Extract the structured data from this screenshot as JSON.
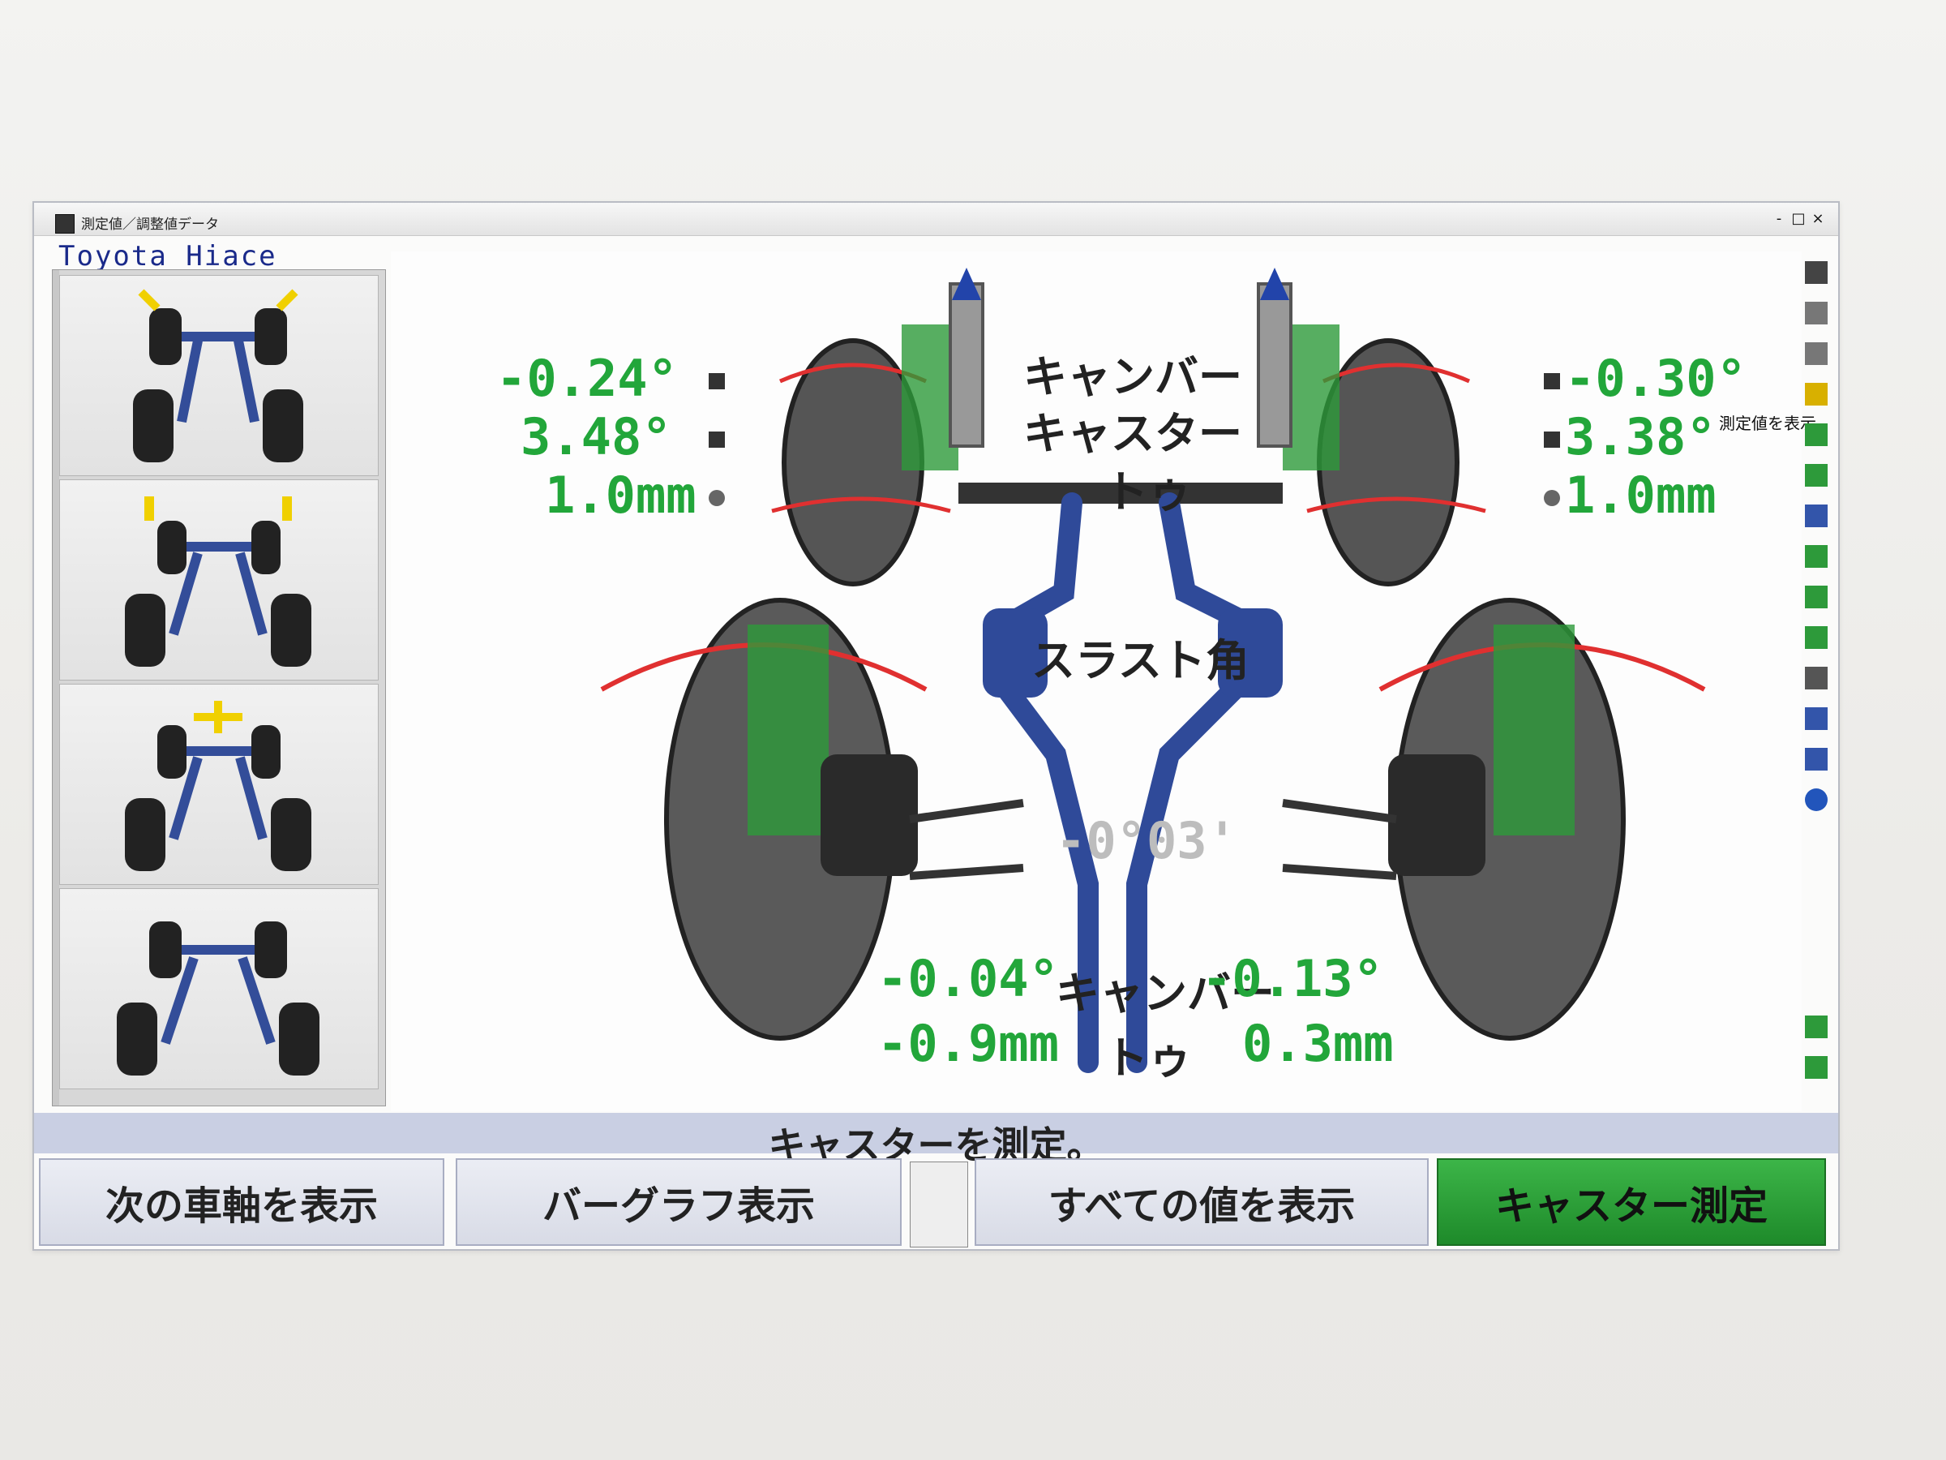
{
  "window": {
    "title": "測定値／調整値データ",
    "controls": [
      "-",
      "□",
      "×"
    ]
  },
  "vehicle": {
    "name": "Toyota  Hiace"
  },
  "front": {
    "left": {
      "camber": "-0.24°",
      "caster": "3.48°",
      "toe": "1.0mm"
    },
    "right": {
      "camber": "-0.30°",
      "caster": "3.38°",
      "toe": "1.0mm"
    },
    "labels": {
      "camber": "キャンバー",
      "caster": "キャスター",
      "toe": "トゥ"
    }
  },
  "thrust": {
    "label": "スラスト角",
    "value": "-0°03'"
  },
  "rear": {
    "left": {
      "camber": "-0.04°",
      "toe": "-0.9mm"
    },
    "right": {
      "camber": "-0.13°",
      "toe": "0.3mm"
    },
    "labels": {
      "camber": "キャンバー",
      "toe": "トゥ"
    }
  },
  "toolbar": {
    "measure_label": "測定値を表示"
  },
  "status": {
    "text": "キャスターを測定。"
  },
  "buttons": {
    "next_axle": "次の車軸を表示",
    "bar_graph": "バーグラフ表示",
    "all_values": "すべての値を表示",
    "caster_measure": "キャスター測定"
  },
  "colors": {
    "value_green": "#22a63a",
    "active_button": "#2aa03a",
    "status_bar": "#c9cfe3"
  }
}
